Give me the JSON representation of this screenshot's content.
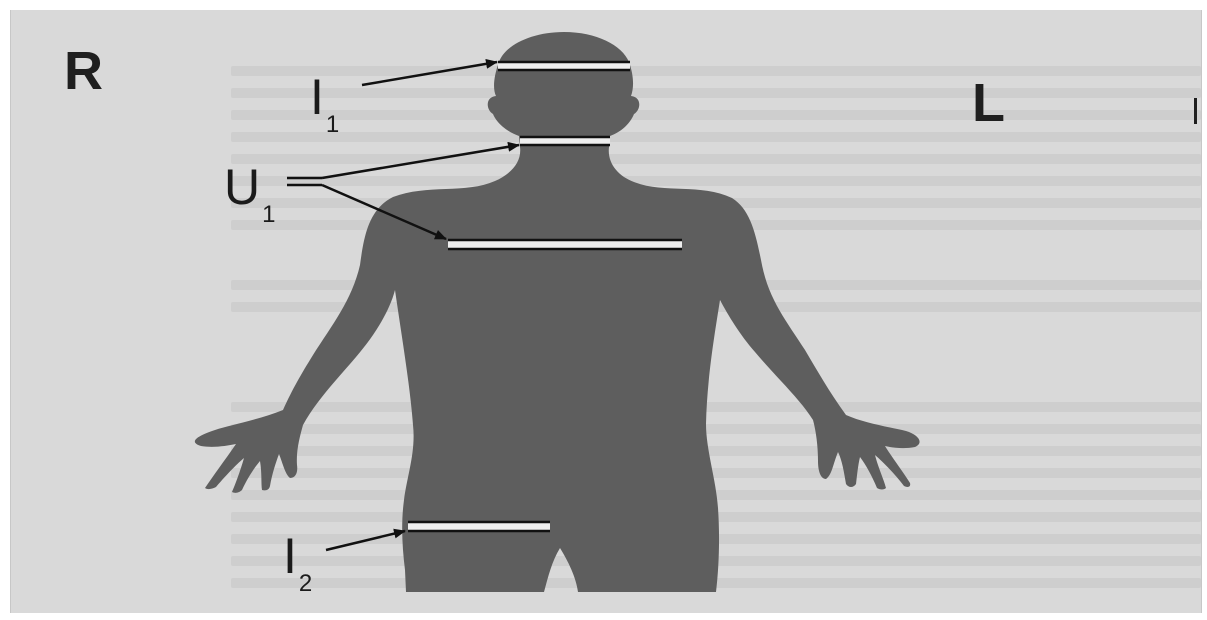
{
  "orientation": {
    "right": "R",
    "left": "L"
  },
  "labels": {
    "i1": {
      "main": "I",
      "sub": "1"
    },
    "u1": {
      "main": "U",
      "sub": "1"
    },
    "i2": {
      "main": "I",
      "sub": "2"
    }
  },
  "colors": {
    "background": "#d9d9d9",
    "silhouette": "#5e5e5e",
    "text": "#1b1b1b",
    "line": "#111111",
    "line_gap": "#eeeeee"
  }
}
